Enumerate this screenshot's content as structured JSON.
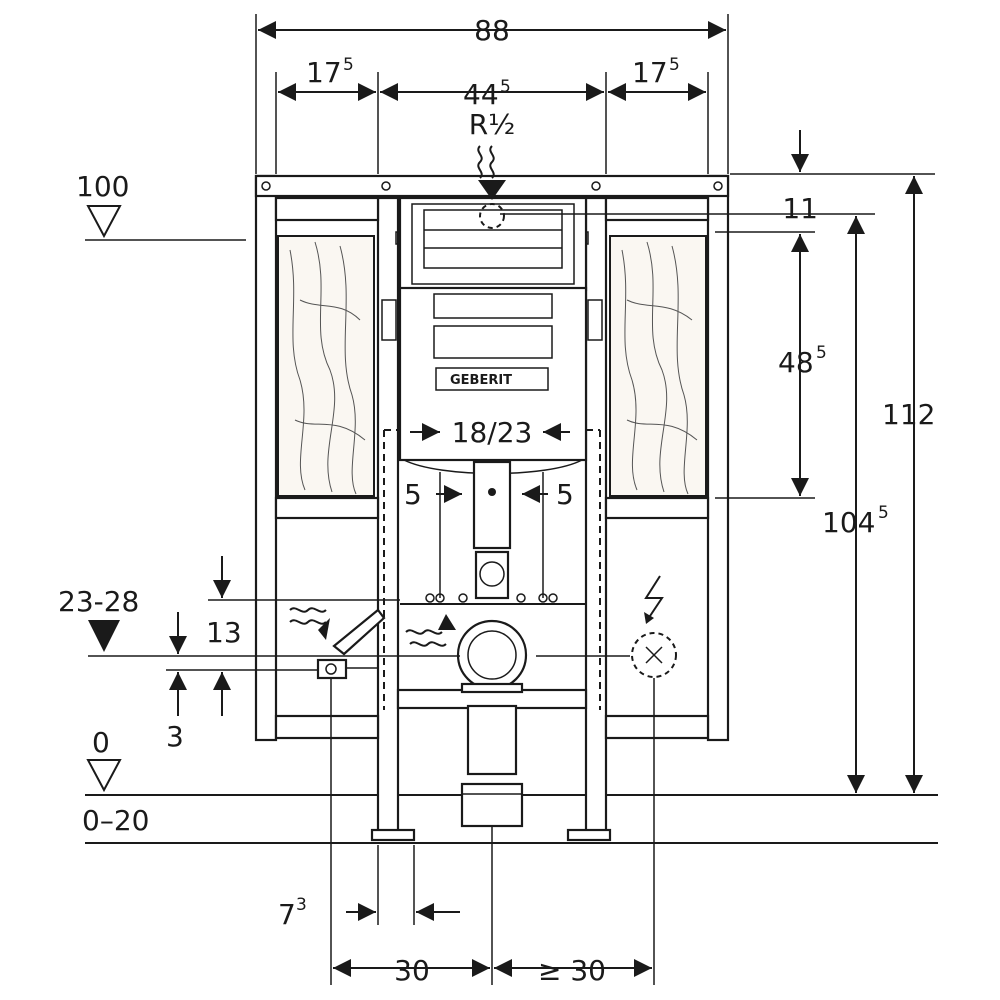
{
  "dimensions": {
    "total_width": "88",
    "side_left": "17",
    "side_left_sup": "5",
    "center_width": "44",
    "center_width_sup": "5",
    "side_right": "17",
    "side_right_sup": "5",
    "water_connection": "R½",
    "top_offset": "11",
    "cistern_height": "48",
    "cistern_height_sup": "5",
    "overall_height": "112",
    "mount_height": "104",
    "mount_height_sup": "5",
    "button_spacing": "18/23",
    "button_offset_left": "5",
    "button_offset_right": "5",
    "drain_height_range": "23-28",
    "drain_offset": "13",
    "floor_offset": "3",
    "foot_offset": "7",
    "foot_offset_sup": "3",
    "drain_to_axis": "30",
    "axis_to_power": "≥ 30"
  },
  "levels": {
    "top_level": "100",
    "floor_level": "0",
    "floor_range": "0–20"
  },
  "brand": {
    "logo_text": "GEBERIT"
  },
  "icons": {
    "water_heat": "heat-waves-icon",
    "electric": "lightning-icon",
    "level_marker": "triangle-level-icon"
  }
}
